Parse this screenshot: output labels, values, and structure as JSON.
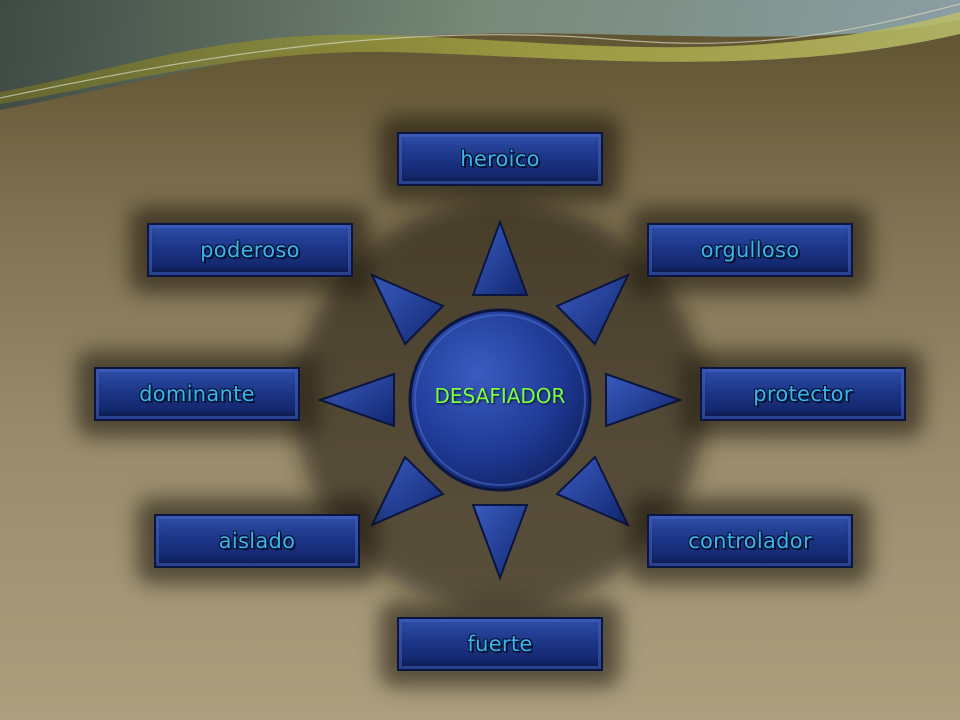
{
  "diagram": {
    "center": {
      "label": "DESAFIADOR"
    },
    "nodes": [
      {
        "id": "heroico",
        "label": "heroico"
      },
      {
        "id": "orgulloso",
        "label": "orgulloso"
      },
      {
        "id": "protector",
        "label": "protector"
      },
      {
        "id": "controlador",
        "label": "controlador"
      },
      {
        "id": "fuerte",
        "label": "fuerte"
      },
      {
        "id": "aislado",
        "label": "aislado"
      },
      {
        "id": "dominante",
        "label": "dominante"
      },
      {
        "id": "poderoso",
        "label": "poderoso"
      }
    ],
    "colors": {
      "box_fill": "#1d3689",
      "box_text": "#37b6ee",
      "center_text": "#7dff3c",
      "shape_fill": "#1f3a95"
    }
  }
}
